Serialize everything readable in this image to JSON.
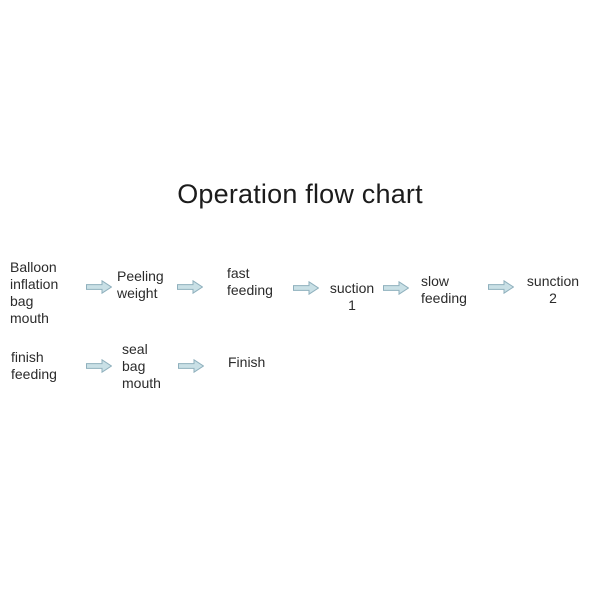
{
  "title": "Operation flow chart",
  "colors": {
    "arrow_fill": "#c9e0e6",
    "arrow_stroke": "#8fb0bd",
    "text": "#2b2b2b"
  },
  "flow": {
    "arrow_icon": "block-arrow-right",
    "rows": [
      {
        "steps": [
          "Balloon\ninflation\nbag\nmouth",
          "Peeling\nweight",
          "fast\nfeeding",
          "suction\n1",
          "slow\nfeeding",
          "sunction\n2"
        ]
      },
      {
        "steps": [
          "finish\nfeeding",
          "seal\nbag\nmouth",
          "Finish"
        ]
      }
    ]
  }
}
